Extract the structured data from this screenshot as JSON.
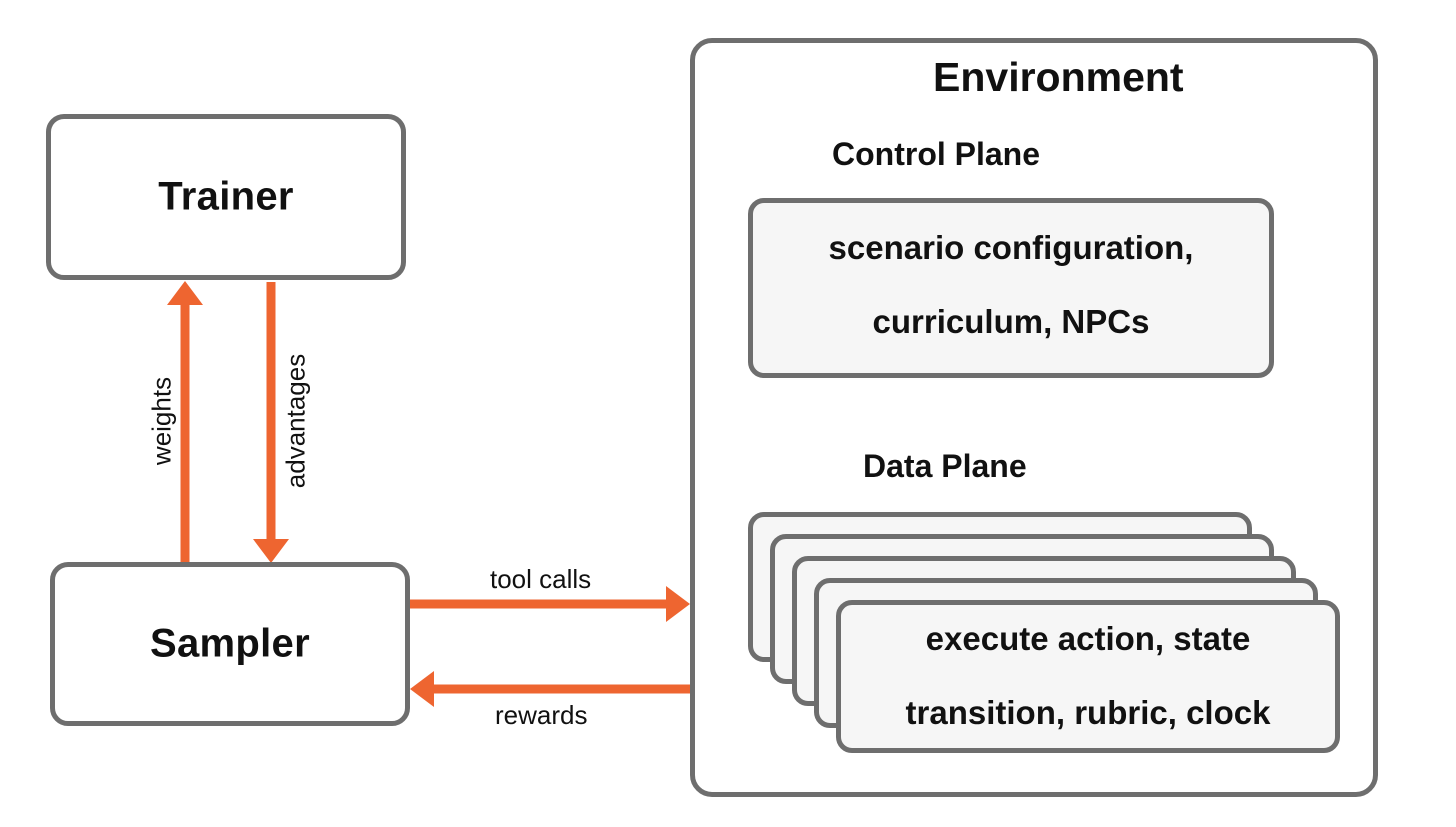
{
  "colors": {
    "arrow": "#EE6530",
    "border": "#6E6E6E",
    "panel_fill": "#F6F6F6",
    "text": "#111111"
  },
  "trainer": {
    "label": "Trainer"
  },
  "sampler": {
    "label": "Sampler"
  },
  "edges": {
    "weights": "weights",
    "advantages": "advantages",
    "tool_calls": "tool calls",
    "rewards": "rewards"
  },
  "environment": {
    "title": "Environment",
    "control_plane": {
      "title": "Control Plane",
      "lines": [
        "scenario configuration,",
        "curriculum, NPCs"
      ]
    },
    "data_plane": {
      "title": "Data Plane",
      "lines": [
        "execute action, state",
        "transition, rubric, clock"
      ]
    }
  }
}
